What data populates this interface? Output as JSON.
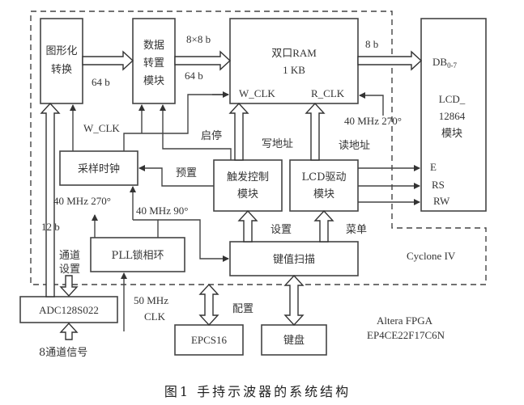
{
  "blocks": {
    "graphic_conv": [
      "图形化",
      "转换"
    ],
    "data_transpose": [
      "数据",
      "转置",
      "模块"
    ],
    "dual_ram": [
      "双口RAM",
      "1 KB"
    ],
    "dual_ram_ports": {
      "w_clk": "W_CLK",
      "r_clk": "R_CLK"
    },
    "lcd": {
      "db": "DB",
      "db_sub": "0-7",
      "name": [
        "LCD_",
        "12864",
        "模块"
      ],
      "e": "E",
      "rs": "RS",
      "rw": "RW"
    },
    "sample_clock": "采样时钟",
    "trigger": [
      "触发控制",
      "模块"
    ],
    "lcd_driver": [
      "LCD驱动",
      "模块"
    ],
    "pll": "PLL锁相环",
    "key_scan": "键值扫描",
    "adc": "ADC128S022",
    "epcs": "EPCS16",
    "keyboard": "键盘"
  },
  "labels": {
    "bus_64b_1": "64 b",
    "bus_8x8b": "8×8 b",
    "bus_64b_2": "64 b",
    "bus_8b": "8 b",
    "w_clk": "W_CLK",
    "start_stop": "启停",
    "write_addr": "写地址",
    "read_addr": "读地址",
    "preset": "预置",
    "clk_40_270_right": "40 MHz 270°",
    "clk_40_270_left": "40 MHz 270°",
    "clk_40_90": "40 MHz 90°",
    "bus_12b": "12 b",
    "channel_setting": [
      "通道",
      "设置"
    ],
    "setting": "设置",
    "menu": "菜单",
    "cyclone": "Cyclone IV",
    "clk_50": [
      "50 MHz",
      "CLK"
    ],
    "config": "配置",
    "fpga": [
      "Altera  FPGA",
      "EP4CE22F17C6N"
    ],
    "input_signal": "8通道信号"
  },
  "caption": "图1  手持示波器的系统结构"
}
